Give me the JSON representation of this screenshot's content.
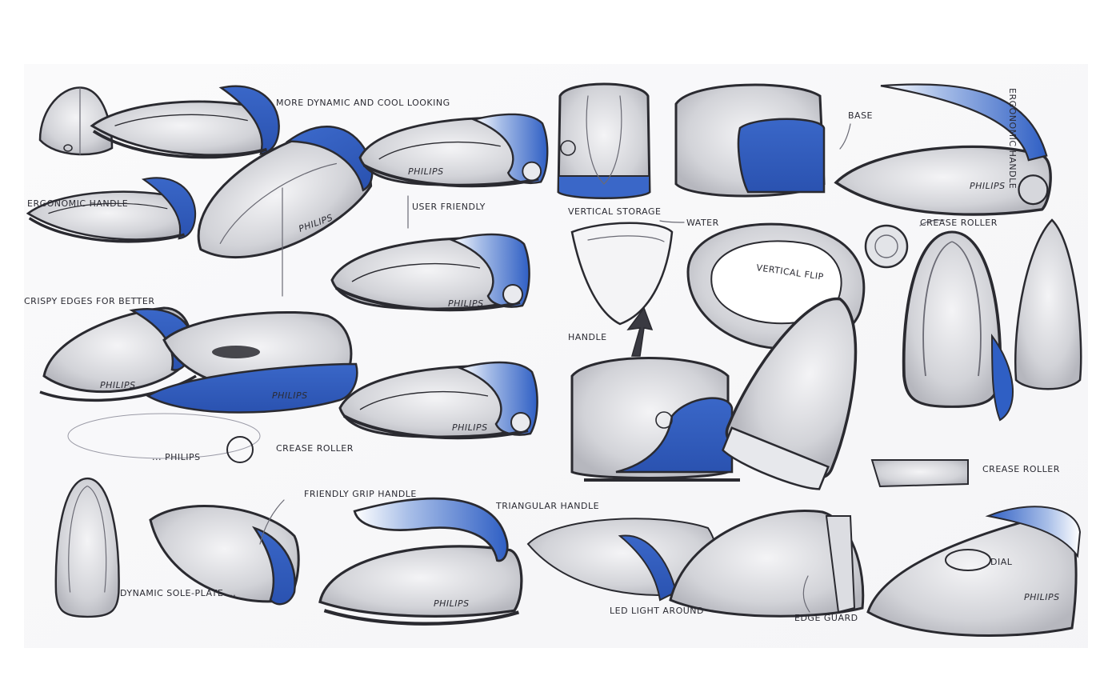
{
  "brand": {
    "text": "PHILIPS"
  },
  "colors": {
    "accent_blue": "#2f5fc4",
    "light_blue": "#a9bfe8",
    "shell_gray": "#c9cad0",
    "ink": "#2a2a30"
  },
  "annotations": {
    "more_dynamic": "MORE DYNAMIC AND COOL LOOKING",
    "ergonomic_handle": "ERGONOMIC HANDLE",
    "usb_friendly": "USER FRIENDLY",
    "crispy_edges": "CRISPY EDGES FOR BETTER",
    "philips_crease": "... PHILIPS",
    "crease_roller_1": "CREASE ROLLER",
    "vertical_storage": "VERTICAL STORAGE",
    "base": "BASE",
    "water": "WATER",
    "handle": "HANDLE",
    "crease_roller_2": "CREASE ROLLER",
    "vertical_flip": "VERTICAL FLIP",
    "crease_roller_3": "CREASE ROLLER",
    "ergonomic_right": "ERGONOMIC HANDLE",
    "friendly_grip": "FRIENDLY GRIP HANDLE",
    "triangular_handle": "TRIANGULAR HANDLE",
    "dynamic_soleplate": "DYNAMIC SOLE-PLATE ...",
    "led_light": "LED LIGHT AROUND",
    "edge_guard": "EDGE GUARD",
    "dial": "DIAL",
    "philips_bottom": "PHILIPS"
  }
}
